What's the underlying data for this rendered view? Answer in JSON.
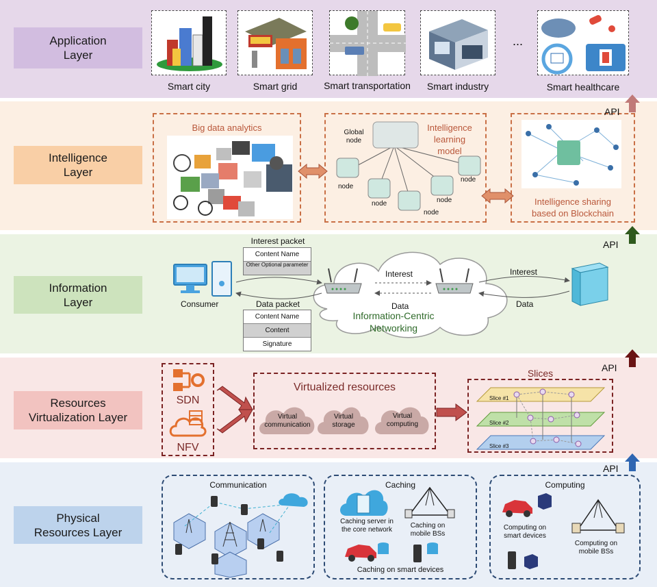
{
  "layers": {
    "application": {
      "label_line1": "Application",
      "label_line2": "Layer",
      "items": [
        "Smart city",
        "Smart grid",
        "Smart transportation",
        "Smart industry",
        "Smart healthcare"
      ],
      "ellipsis": "...",
      "band_color": "#e6d8ea",
      "label_color": "#d2bde0"
    },
    "intelligence": {
      "label_line1": "Intelligence",
      "label_line2": "Layer",
      "big_data": "Big data analytics",
      "model_line1": "Intelligence",
      "model_line2": "learning",
      "model_line3": "model",
      "global_line1": "Global",
      "global_line2": "node",
      "node": "node",
      "sharing_line1": "Intelligence sharing",
      "sharing_line2": "based on Blockchain",
      "band_color": "#fcefe3",
      "label_color": "#f9cfa6"
    },
    "information": {
      "label_line1": "Information",
      "label_line2": "Layer",
      "interest_packet": {
        "title": "Interest packet",
        "rows": [
          "Content Name",
          "Other Optional parameter"
        ]
      },
      "data_packet": {
        "title": "Data packet",
        "rows": [
          "Content Name",
          "Content",
          "Signature"
        ]
      },
      "consumer": "Consumer",
      "interest": "Interest",
      "data": "Data",
      "icn_line1": "Information-Centric",
      "icn_line2": "Networking",
      "band_color": "#ebf3e3",
      "label_color": "#cde3bd"
    },
    "resources": {
      "label_line1": "Resources",
      "label_line2": "Virtualization Layer",
      "sdn": "SDN",
      "nfv": "NFV",
      "virtualized": "Virtualized resources",
      "clouds": [
        [
          "Virtual",
          "communication"
        ],
        [
          "Virtual",
          "storage"
        ],
        [
          "Virtual",
          "computing"
        ]
      ],
      "slices_title": "Slices",
      "slices": [
        "Slice #1",
        "Slice #2",
        "Slice #3"
      ],
      "band_color": "#f9e7e6",
      "label_color": "#f2c3c0"
    },
    "physical": {
      "label_line1": "Physical",
      "label_line2": "Resources Layer",
      "communication": "Communication",
      "caching": "Caching",
      "computing": "Computing",
      "caching_server": [
        "Caching server in",
        "the core network"
      ],
      "caching_bs": [
        "Caching on",
        "mobile BSs"
      ],
      "caching_devices": "Caching on smart devices",
      "computing_devices": [
        "Computing on",
        "smart devices"
      ],
      "computing_bs": [
        "Computing on",
        "mobile BSs"
      ],
      "band_color": "#e9eff7",
      "label_color": "#bdd3ec"
    }
  },
  "api": "API",
  "colors": {
    "intel_border": "#c96f45",
    "intel_text": "#b9573a",
    "res_border": "#7a2222",
    "res_text": "#7a2a28",
    "phys_border": "#2d4b74",
    "arrow_app": "#c07a78",
    "arrow_intel": "#2f5a1e",
    "arrow_info": "#6a1414",
    "arrow_res": "#2f66b2"
  }
}
